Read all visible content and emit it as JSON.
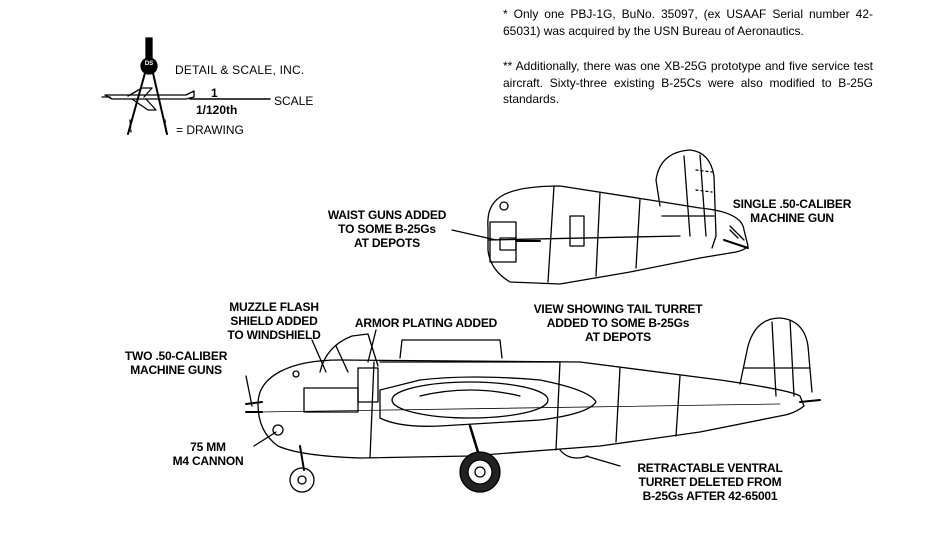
{
  "logo": {
    "company": "DETAIL & SCALE, INC.",
    "emblem": "DS",
    "scale_ratio_top": "1",
    "scale_ratio_bottom": "1/120th",
    "scale_word": "SCALE",
    "drawing_word": "= DRAWING"
  },
  "notes": {
    "note_1": "* Only one PBJ-1G, BuNo. 35097, (ex USAAF Serial number 42-65031) was acquired by the USN Bureau of Aeronautics.",
    "note_2": "** Additionally, there was one XB-25G prototype and five service test aircraft. Sixty-three existing B-25Cs were also modified to B-25G standards."
  },
  "callouts": {
    "waist_guns": [
      "WAIST GUNS ADDED",
      "TO SOME B-25Gs",
      "AT DEPOTS"
    ],
    "single_gun": [
      "SINGLE .50-CALIBER",
      "MACHINE GUN"
    ],
    "tail_turret": [
      "VIEW SHOWING TAIL TURRET",
      "ADDED TO SOME B-25Gs",
      "AT DEPOTS"
    ],
    "muzzle_flash": [
      "MUZZLE FLASH",
      "SHIELD ADDED",
      "TO WINDSHIELD"
    ],
    "armor": [
      "ARMOR PLATING ADDED"
    ],
    "two_guns": [
      "TWO .50-CALIBER",
      "MACHINE GUNS"
    ],
    "cannon": [
      "75 MM",
      "M4 CANNON"
    ],
    "ventral": [
      "RETRACTABLE VENTRAL",
      "TURRET DELETED FROM",
      "B-25Gs AFTER 42-65001"
    ]
  },
  "icons": {
    "compass": "drafting-compass-icon",
    "aircraft": "b-25g-aircraft-icon"
  },
  "colors": {
    "ink": "#000000",
    "paper": "#ffffff"
  }
}
